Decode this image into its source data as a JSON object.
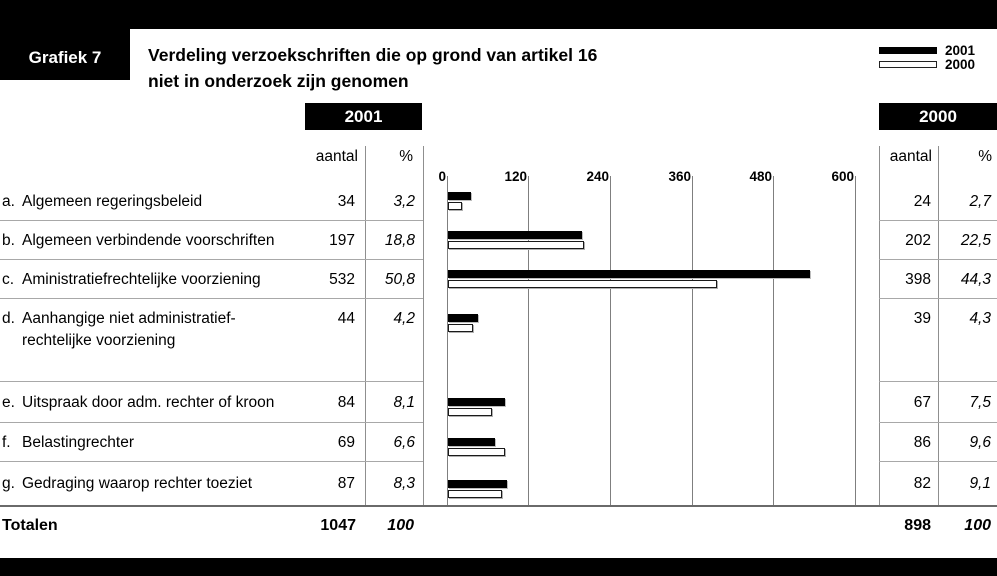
{
  "header": {
    "badge": "Grafiek 7",
    "title_line1": "Verdeling verzoekschriften die op grond van artikel 16",
    "title_line2": "niet in onderzoek zijn genomen"
  },
  "legend": [
    {
      "label": "2001",
      "swatch": "solid-black"
    },
    {
      "label": "2000",
      "swatch": "white-outline"
    }
  ],
  "columns": {
    "left_year": "2001",
    "right_year": "2000",
    "aantal": "aantal",
    "percent": "%"
  },
  "totals": {
    "label": "Totalen",
    "left_aantal": "1047",
    "left_pct": "100",
    "right_aantal": "898",
    "right_pct": "100"
  },
  "colors": {
    "bar_2001": "#000000",
    "bar_2000": "#ffffff",
    "header_blocks": "#000000",
    "gridline": "#7f7f7f"
  },
  "chart_data": {
    "type": "bar",
    "orientation": "horizontal",
    "title": "Verdeling verzoekschriften die op grond van artikel 16 niet in onderzoek zijn genomen",
    "xlim": [
      0,
      600
    ],
    "x_ticks": [
      0,
      120,
      240,
      360,
      480,
      600
    ],
    "grid": true,
    "legend_position": "top-right",
    "series_names": [
      "2001",
      "2000"
    ],
    "rows": [
      {
        "letter": "a.",
        "lines": [
          "Algemeen regeringsbeleid"
        ],
        "aantal_2001": "34",
        "pct_2001": "3,2",
        "aantal_2000": "24",
        "pct_2000": "2,7",
        "value_2001": 34,
        "value_2000": 24
      },
      {
        "letter": "b.",
        "lines": [
          "Algemeen verbindende voorschriften"
        ],
        "aantal_2001": "197",
        "pct_2001": "18,8",
        "aantal_2000": "202",
        "pct_2000": "22,5",
        "value_2001": 197,
        "value_2000": 202
      },
      {
        "letter": "c.",
        "lines": [
          "Aministratiefrechtelijke voorziening"
        ],
        "aantal_2001": "532",
        "pct_2001": "50,8",
        "aantal_2000": "398",
        "pct_2000": "44,3",
        "value_2001": 532,
        "value_2000": 398
      },
      {
        "letter": "d.",
        "lines": [
          "Aanhangige niet administratief-",
          "rechtelijke voorziening"
        ],
        "aantal_2001": "44",
        "pct_2001": "4,2",
        "aantal_2000": "39",
        "pct_2000": "4,3",
        "value_2001": 44,
        "value_2000": 39
      },
      {
        "letter": "e.",
        "lines": [
          "Uitspraak door adm. rechter of kroon"
        ],
        "aantal_2001": "84",
        "pct_2001": "8,1",
        "aantal_2000": "67",
        "pct_2000": "7,5",
        "value_2001": 84,
        "value_2000": 67
      },
      {
        "letter": "f.",
        "lines": [
          "Belastingrechter"
        ],
        "aantal_2001": "69",
        "pct_2001": "6,6",
        "aantal_2000": "86",
        "pct_2000": "9,6",
        "value_2001": 69,
        "value_2000": 86
      },
      {
        "letter": "g.",
        "lines": [
          "Gedraging waarop rechter toeziet"
        ],
        "aantal_2001": "87",
        "pct_2001": "8,3",
        "aantal_2000": "82",
        "pct_2000": "9,1",
        "value_2001": 87,
        "value_2000": 82
      }
    ]
  }
}
